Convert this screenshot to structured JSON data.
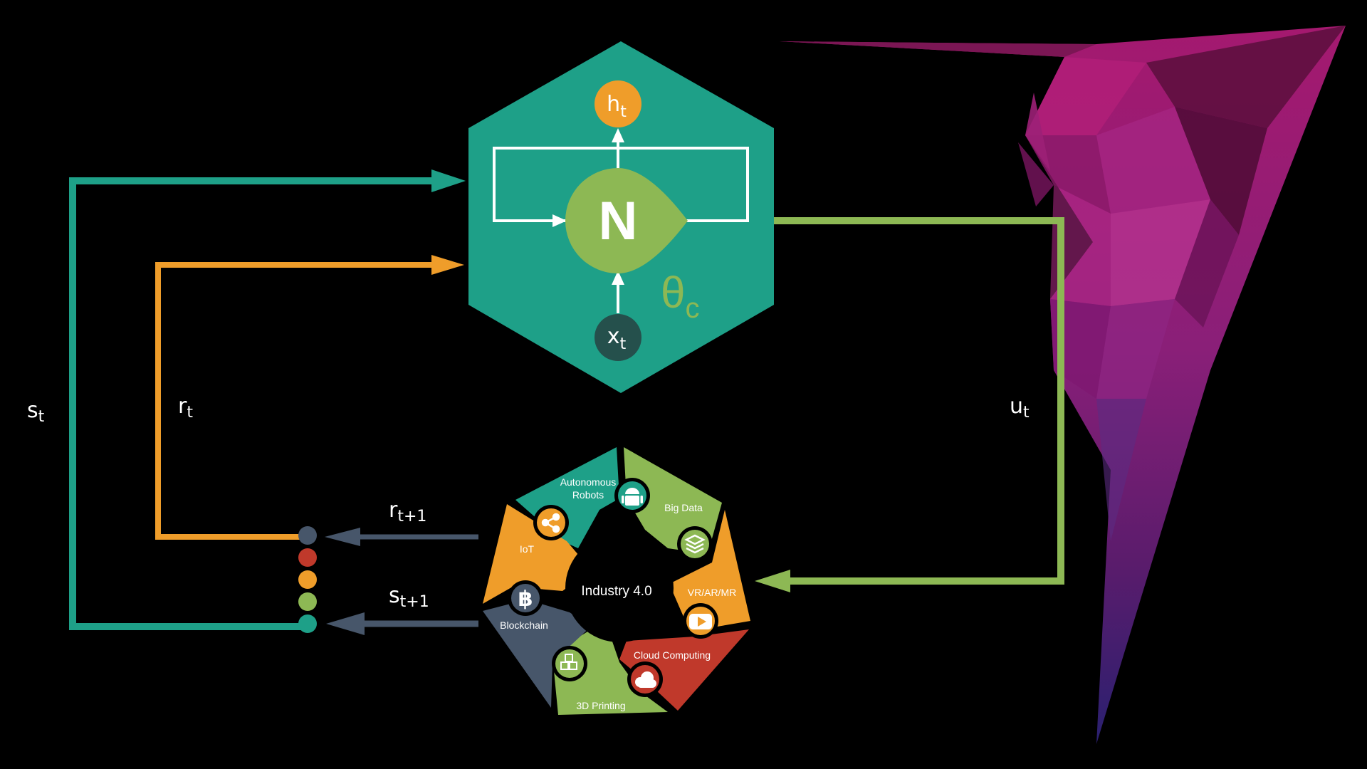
{
  "colors": {
    "background": "#000000",
    "teal": "#1ea088",
    "orange": "#ef9d2a",
    "green": "#8db854",
    "slate": "#47566a",
    "red": "#c0392b",
    "purple": "#9b1e75"
  },
  "hexagon": {
    "neuron_symbol": "N",
    "output_main": "h",
    "output_sub": "t",
    "input_main": "x",
    "input_sub": "t",
    "param_main": "θ",
    "param_sub": "c"
  },
  "labels": {
    "s_t": {
      "main": "s",
      "sub": "t"
    },
    "r_t": {
      "main": "r",
      "sub": "t"
    },
    "u_t": {
      "main": "u",
      "sub": "t"
    },
    "r_t1": {
      "main": "r",
      "sub": "t+1"
    },
    "s_t1": {
      "main": "s",
      "sub": "t+1"
    }
  },
  "indicator_dots": [
    "#47566a",
    "#c0392b",
    "#ef9d2a",
    "#8db854",
    "#1ea088"
  ],
  "industry": {
    "center": "Industry 4.0",
    "segments": [
      {
        "label": "Autonomous",
        "label2": "Robots",
        "icon": "android-icon",
        "color": "#1ea088"
      },
      {
        "label": "Big Data",
        "label2": "",
        "icon": "stack-icon",
        "color": "#8db854"
      },
      {
        "label": "VR/AR/MR",
        "label2": "",
        "icon": "play-icon",
        "color": "#ef9d2a"
      },
      {
        "label": "Cloud Computing",
        "label2": "",
        "icon": "cloud-icon",
        "color": "#c0392b"
      },
      {
        "label": "3D Printing",
        "label2": "",
        "icon": "cubes-icon",
        "color": "#8db854"
      },
      {
        "label": "Blockchain",
        "label2": "",
        "icon": "bitcoin-icon",
        "color": "#47566a"
      },
      {
        "label": "IoT",
        "label2": "",
        "icon": "share-icon",
        "color": "#ef9d2a"
      }
    ]
  }
}
